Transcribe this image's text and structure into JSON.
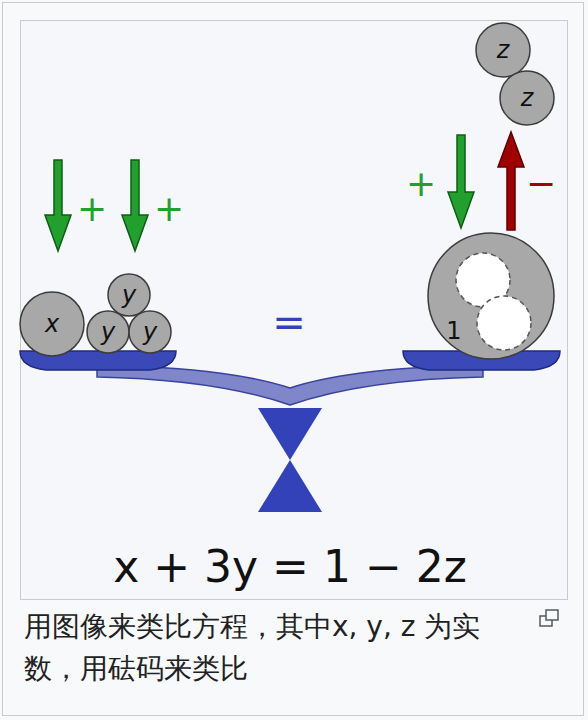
{
  "diagram": {
    "caption": "用图像来类比方程，其中x, y, z 为实数，用砝码来类比",
    "nodes": [
      {
        "text": [
          "z"
        ]
      },
      {
        "text": [
          "z"
        ]
      },
      {
        "text": [
          "y"
        ]
      },
      {
        "text": [
          "x"
        ]
      },
      {
        "text": [
          "y"
        ]
      },
      {
        "text": [
          "y"
        ]
      },
      {
        "text": [
          "1"
        ]
      }
    ],
    "labels": [
      "+",
      "+",
      "+",
      "−",
      "=",
      "x + 3y = 1 − 2z"
    ]
  }
}
